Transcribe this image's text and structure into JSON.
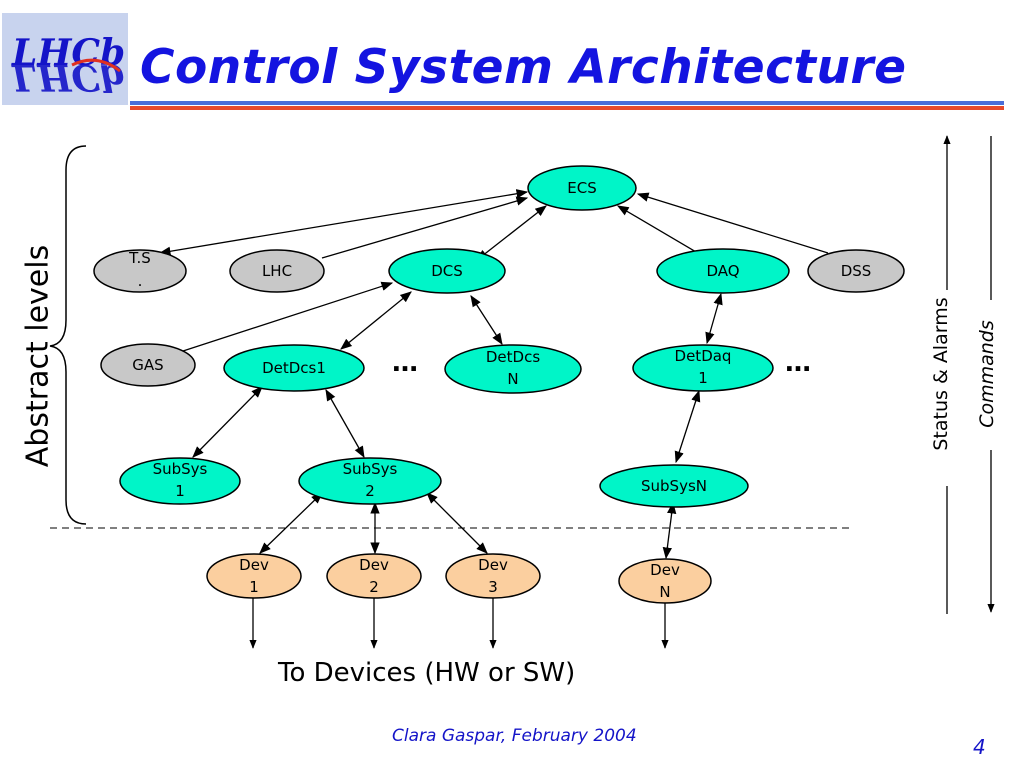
{
  "slide": {
    "title": "Control System Architecture",
    "logo_text": "LHCb",
    "side_label_left": "Abstract levels",
    "side_label_status": "Status & Alarms",
    "side_label_commands": "Commands",
    "ellipsis_1": "…",
    "ellipsis_2": "…",
    "bottom_caption": "To Devices (HW or SW)",
    "footer": "Clara Gaspar, February 2004",
    "page_number": "4"
  },
  "nodes": {
    "ecs": {
      "line1": "ECS"
    },
    "ts": {
      "line1": "T.S",
      "line2": "."
    },
    "lhc": {
      "line1": "LHC"
    },
    "dcs": {
      "line1": "DCS"
    },
    "daq": {
      "line1": "DAQ"
    },
    "dss": {
      "line1": "DSS"
    },
    "gas": {
      "line1": "GAS"
    },
    "detdcs1": {
      "line1": "DetDcs1"
    },
    "detdcsn": {
      "line1": "DetDcs",
      "line2": "N"
    },
    "detdaq1": {
      "line1": "DetDaq",
      "line2": "1"
    },
    "subsys1": {
      "line1": "SubSys",
      "line2": "1"
    },
    "subsys2": {
      "line1": "SubSys",
      "line2": "2"
    },
    "subsysn": {
      "line1": "SubSysN"
    },
    "dev1": {
      "line1": "Dev",
      "line2": "1"
    },
    "dev2": {
      "line1": "Dev",
      "line2": "2"
    },
    "dev3": {
      "line1": "Dev",
      "line2": "3"
    },
    "devn": {
      "line1": "Dev",
      "line2": "N"
    }
  },
  "colors": {
    "control_node": "#00f5c8",
    "external_node": "#c8c8c8",
    "device_node": "#fbcf9f",
    "title": "#1414e0",
    "footer": "#1414c8"
  }
}
